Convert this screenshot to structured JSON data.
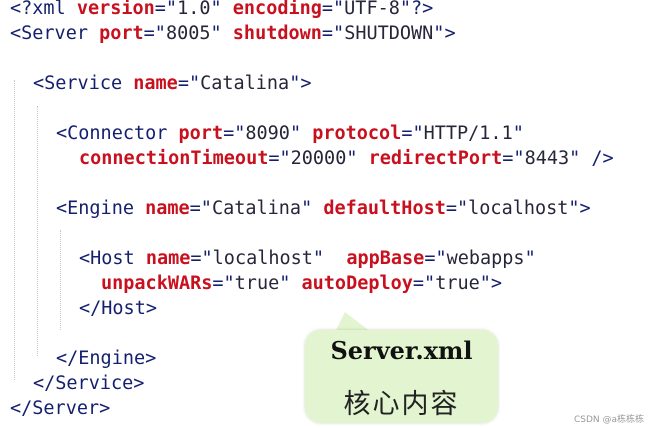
{
  "code": {
    "lines": [
      [
        {
          "c": "t",
          "x": "<?xml "
        },
        {
          "c": "a",
          "x": "version"
        },
        {
          "c": "q",
          "x": "=\""
        },
        {
          "c": "v",
          "x": "1.0"
        },
        {
          "c": "q",
          "x": "\" "
        },
        {
          "c": "a",
          "x": "encoding"
        },
        {
          "c": "q",
          "x": "=\""
        },
        {
          "c": "v",
          "x": "UTF-8"
        },
        {
          "c": "q",
          "x": "\""
        },
        {
          "c": "t",
          "x": "?>"
        }
      ],
      [
        {
          "c": "t",
          "x": "<Server "
        },
        {
          "c": "a",
          "x": "port"
        },
        {
          "c": "q",
          "x": "=\""
        },
        {
          "c": "v",
          "x": "8005"
        },
        {
          "c": "q",
          "x": "\" "
        },
        {
          "c": "a",
          "x": "shutdown"
        },
        {
          "c": "q",
          "x": "=\""
        },
        {
          "c": "v",
          "x": "SHUTDOWN"
        },
        {
          "c": "q",
          "x": "\""
        },
        {
          "c": "t",
          "x": ">"
        }
      ],
      [
        {
          "c": "t",
          "x": "<Service "
        },
        {
          "c": "a",
          "x": "name"
        },
        {
          "c": "q",
          "x": "=\""
        },
        {
          "c": "v",
          "x": "Catalina"
        },
        {
          "c": "q",
          "x": "\""
        },
        {
          "c": "t",
          "x": ">"
        }
      ],
      [
        {
          "c": "t",
          "x": "<Connector "
        },
        {
          "c": "a",
          "x": "port"
        },
        {
          "c": "q",
          "x": "=\""
        },
        {
          "c": "v",
          "x": "8090"
        },
        {
          "c": "q",
          "x": "\" "
        },
        {
          "c": "a",
          "x": "protocol"
        },
        {
          "c": "q",
          "x": "=\""
        },
        {
          "c": "v",
          "x": "HTTP/1.1"
        },
        {
          "c": "q",
          "x": "\""
        }
      ],
      [
        {
          "c": "a",
          "x": "connectionTimeout"
        },
        {
          "c": "q",
          "x": "=\""
        },
        {
          "c": "v",
          "x": "20000"
        },
        {
          "c": "q",
          "x": "\" "
        },
        {
          "c": "a",
          "x": "redirectPort"
        },
        {
          "c": "q",
          "x": "=\""
        },
        {
          "c": "v",
          "x": "8443"
        },
        {
          "c": "q",
          "x": "\" "
        },
        {
          "c": "t",
          "x": "/>"
        }
      ],
      [
        {
          "c": "t",
          "x": "<Engine "
        },
        {
          "c": "a",
          "x": "name"
        },
        {
          "c": "q",
          "x": "=\""
        },
        {
          "c": "v",
          "x": "Catalina"
        },
        {
          "c": "q",
          "x": "\" "
        },
        {
          "c": "a",
          "x": "defaultHost"
        },
        {
          "c": "q",
          "x": "=\""
        },
        {
          "c": "v",
          "x": "localhost"
        },
        {
          "c": "q",
          "x": "\""
        },
        {
          "c": "t",
          "x": ">"
        }
      ],
      [
        {
          "c": "t",
          "x": "<Host "
        },
        {
          "c": "a",
          "x": "name"
        },
        {
          "c": "q",
          "x": "=\""
        },
        {
          "c": "v",
          "x": "localhost"
        },
        {
          "c": "q",
          "x": "\"  "
        },
        {
          "c": "a",
          "x": "appBase"
        },
        {
          "c": "q",
          "x": "=\""
        },
        {
          "c": "v",
          "x": "webapps"
        },
        {
          "c": "q",
          "x": "\""
        }
      ],
      [
        {
          "c": "a",
          "x": "unpackWARs"
        },
        {
          "c": "q",
          "x": "=\""
        },
        {
          "c": "v",
          "x": "true"
        },
        {
          "c": "q",
          "x": "\" "
        },
        {
          "c": "a",
          "x": "autoDeploy"
        },
        {
          "c": "q",
          "x": "=\""
        },
        {
          "c": "v",
          "x": "true"
        },
        {
          "c": "q",
          "x": "\""
        },
        {
          "c": "t",
          "x": ">"
        }
      ],
      [
        {
          "c": "t",
          "x": "</Host>"
        }
      ],
      [
        {
          "c": "t",
          "x": "</Engine>"
        }
      ],
      [
        {
          "c": "t",
          "x": "</Service>"
        }
      ],
      [
        {
          "c": "t",
          "x": "</Server>"
        }
      ]
    ]
  },
  "callout": {
    "title": "Server.xml",
    "subtitle": "核心内容"
  },
  "watermark": "CSDN @a栋栋栋",
  "colors": {
    "tag": "#14206e",
    "attribute": "#c8101e",
    "value": "#26263a",
    "callout_bg": "#e2f5d0"
  }
}
